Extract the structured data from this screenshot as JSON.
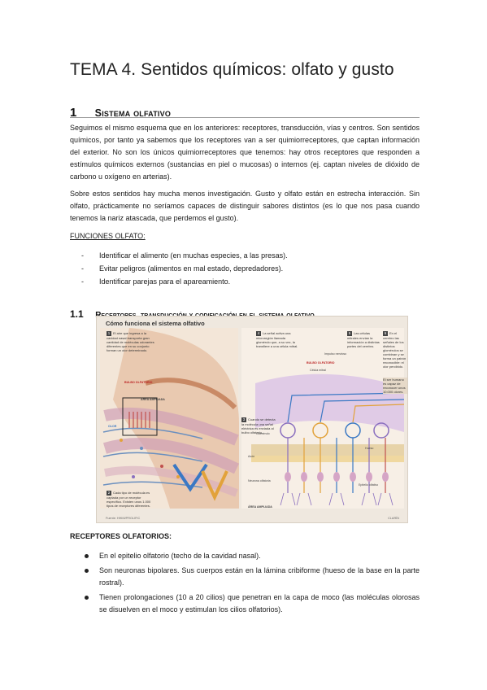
{
  "doc": {
    "title": "TEMA 4. Sentidos químicos: olfato y gusto"
  },
  "section1": {
    "number": "1",
    "title": "Sistema olfativo",
    "paragraph1": "Seguimos el mismo esquema que en los anteriores: receptores, transducción, vías y centros. Son sentidos químicos, por tanto ya sabemos que los receptores van a ser quimiorreceptores, que captan información del exterior. No son los únicos quimiorreceptores que tenemos: hay otros receptores que responden a estímulos químicos externos (sustancias en piel o mucosas) o internos (ej. captan niveles de dióxido de carbono u oxígeno en arterias).",
    "paragraph2": "Sobre estos sentidos hay mucha menos investigación. Gusto y olfato están en estrecha interacción. Sin olfato, prácticamente no seríamos capaces de distinguir sabores distintos (es lo que nos pasa cuando tenemos la nariz atascada, que perdemos el gusto).",
    "functions_heading": "FUNCIONES OLFATO:",
    "functions": [
      "Identificar el alimento (en muchas especies, a las presas).",
      "Evitar peligros (alimentos en mal estado, depredadores).",
      "Identificar parejas para el apareamiento."
    ]
  },
  "section11": {
    "number": "1.1",
    "title": "Receptores, transducción y codificación en el sistema olfativo"
  },
  "figure": {
    "title": "Cómo funciona el sistema olfativo",
    "callout1": "El aire que ingresa a la cavidad nasal transporta gran cantidad de moléculas odorantes diferentes que en su conjunto forman un olor determinado.",
    "callout2": "Cada tipo de molécula es captada por un receptor específico. Existen unos 1.000 tipos de receptores diferentes.",
    "callout3": "Cuando se detecta la molécula una señal eléctrica es enviada al bulbo olfatorio.",
    "callout4": "La señal activa una microregión llamada glomérulo que, a su vez, la transfiere a una célula mitral.",
    "callout5": "Las células mitrales envían la información a distintas partes del cerebro.",
    "callout6": "En el cerebro las señales de los distintos glomérulos se combinan y se forma un patrón reconocible: el olor percibido.",
    "callout6b": "El ser humano es capaz de reconocer unos 10.000 olores.",
    "label_bulbo": "BULBO OLFATORIO",
    "label_area": "ÁREA AMPLIADA",
    "label_olor": "OLOR",
    "label_bulbo2": "BULBO OLFATORIO",
    "label_mitral": "Célula mitral",
    "label_impulso": "Impulso nervioso",
    "label_glomerulo": "Glomérulo",
    "label_axon": "Axón",
    "label_neurona": "Neurona olfatoria",
    "label_hueso": "Hueso",
    "label_epitelio": "Epitelio olfativo",
    "label_area2": "ÁREA AMPLIADA",
    "source": "Fuente: HHMI/PROLIFIC",
    "credit": "CLARÍN"
  },
  "receptores": {
    "heading": "RECEPTORES OLFATORIOS:",
    "items": [
      "En el epitelio olfatorio (techo de la cavidad nasal).",
      "Son neuronas bipolares. Sus cuerpos están en la lámina cribiforme (hueso de la base en la parte rostral).",
      "Tienen prolongaciones (10 a 20 cilios) que penetran en la capa de moco (las moléculas olorosas se disuelven en el moco y estimulan los cilios olfatorios)."
    ]
  }
}
